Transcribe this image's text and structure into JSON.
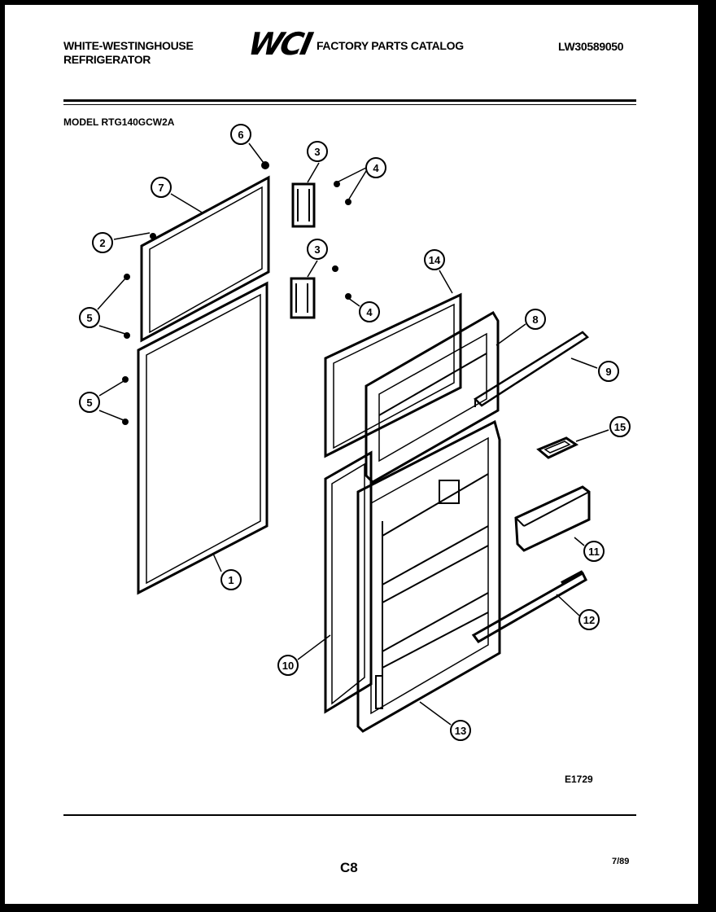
{
  "header": {
    "brand_line1": "WHITE-WESTINGHOUSE",
    "brand_line2": "REFRIGERATOR",
    "logo_text": "WCI",
    "catalog_title": "FACTORY PARTS CATALOG",
    "catalog_number": "LW30589050"
  },
  "model_label": "MODEL RTG140GCW2A",
  "diagram": {
    "callouts": [
      "6",
      "7",
      "3",
      "4",
      "2",
      "5",
      "3",
      "4",
      "14",
      "5",
      "8",
      "9",
      "15",
      "11",
      "1",
      "12",
      "10",
      "13"
    ]
  },
  "footer": {
    "reference": "E1729",
    "page_number": "C8",
    "date": "7/89"
  }
}
